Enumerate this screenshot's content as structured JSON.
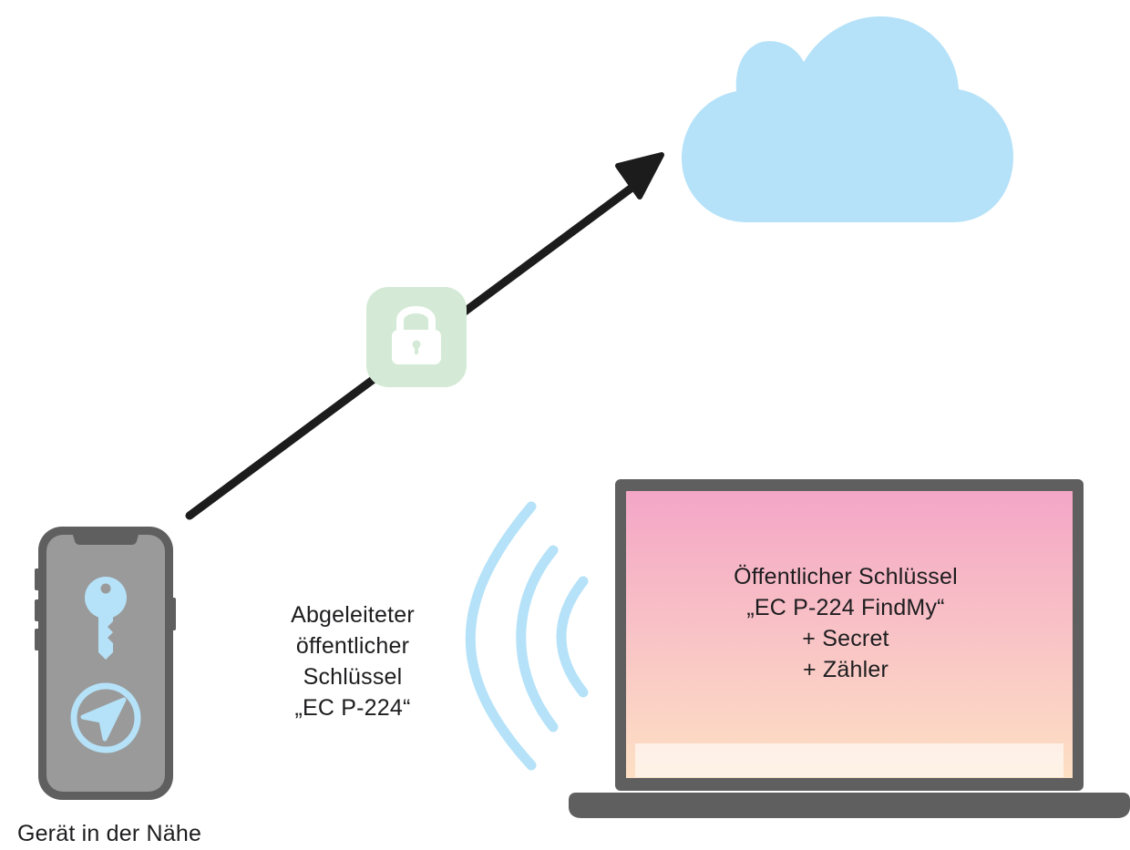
{
  "labels": {
    "device": "Gerät in der Nähe",
    "derived_key": [
      "Abgeleiteter",
      "öffentlicher",
      "Schlüssel",
      "„EC P-224“"
    ],
    "screen_text": [
      "Öffentlicher Schlüssel",
      "„EC P-224 FindMy“",
      "+ Secret",
      "+ Zähler"
    ]
  },
  "icons": {
    "cloud": "cloud-icon",
    "lock": "lock-icon",
    "key": "key-icon",
    "location": "location-arrow-icon",
    "broadcast": "broadcast-waves-icon",
    "phone": "iphone-icon",
    "laptop": "macbook-icon"
  },
  "colors": {
    "cloud": "#b5e2f8",
    "lock_tile": "#d4ead6",
    "device_body": "#5f5f5f",
    "device_screen": "#9a9a9a",
    "accent_blue": "#b5e2f8",
    "arrow": "#1c1c1c",
    "screen_top": "#f4a6c7",
    "screen_bottom": "#fde0c4"
  }
}
